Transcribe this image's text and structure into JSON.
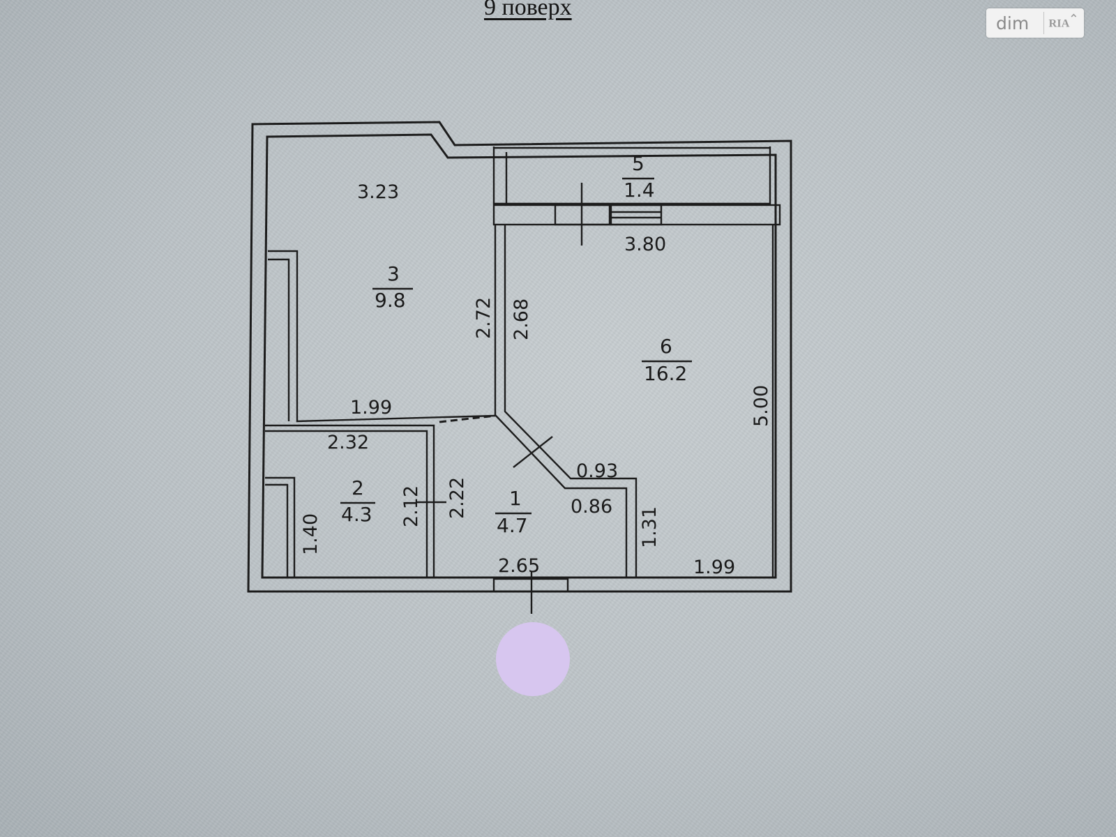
{
  "floor_title": "9 поверх",
  "watermark": {
    "text": "dim",
    "logo_text": "RIA"
  },
  "rooms": [
    {
      "number": "1",
      "area": "4.7"
    },
    {
      "number": "2",
      "area": "4.3"
    },
    {
      "number": "3",
      "area": "9.8"
    },
    {
      "number": "5",
      "area": "1.4"
    },
    {
      "number": "6",
      "area": "16.2"
    }
  ],
  "dimensions": {
    "room3_top": "3.23",
    "room3_bottom": "1.99",
    "room3_side": "2.72",
    "room6_side_left": "2.68",
    "room6_top": "3.80",
    "room6_right": "5.00",
    "room6_bottom": "1.99",
    "room2_top": "2.32",
    "room2_left": "1.40",
    "room2_right": "2.12",
    "room1_left": "2.22",
    "room1_diag": "0.93",
    "room1_step": "0.86",
    "room1_right": "1.31",
    "room1_bottom": "2.65"
  },
  "colors": {
    "background": "#bcc3c7",
    "lines": "#1c1c1c",
    "marker": "#d7c6ef"
  }
}
